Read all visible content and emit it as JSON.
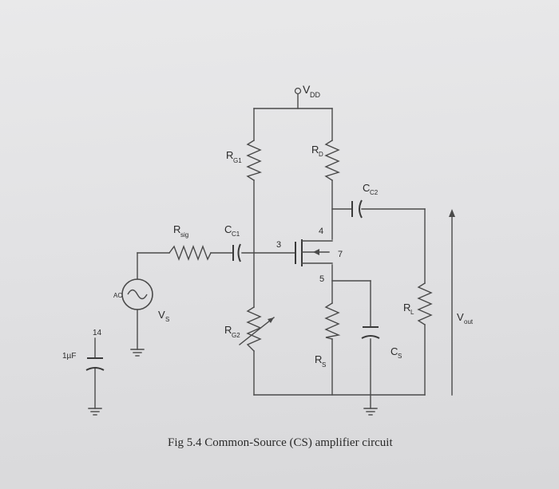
{
  "caption": "Fig 5.4 Common-Source (CS) amplifier circuit",
  "labels": {
    "vdd_main": "V",
    "vdd_sub": "DD",
    "rg1_main": "R",
    "rg1_sub": "G1",
    "rd_main": "R",
    "rd_sub": "D",
    "cc2_main": "C",
    "cc2_sub": "C2",
    "rsig_main": "R",
    "rsig_sub": "sig",
    "cc1_main": "C",
    "cc1_sub": "C1",
    "node3": "3",
    "node4": "4",
    "node7": "7",
    "node5": "5",
    "ac": "AC",
    "vs_main": "V",
    "vs_sub": "S",
    "rg2_main": "R",
    "rg2_sub": "G2",
    "rl_main": "R",
    "rl_sub": "L",
    "vout_main": "V",
    "vout_sub": "out",
    "cs_main": "C",
    "cs_sub": "S",
    "rs_main": "R",
    "rs_sub": "S",
    "cap_value": "1µF",
    "node14": "14"
  }
}
